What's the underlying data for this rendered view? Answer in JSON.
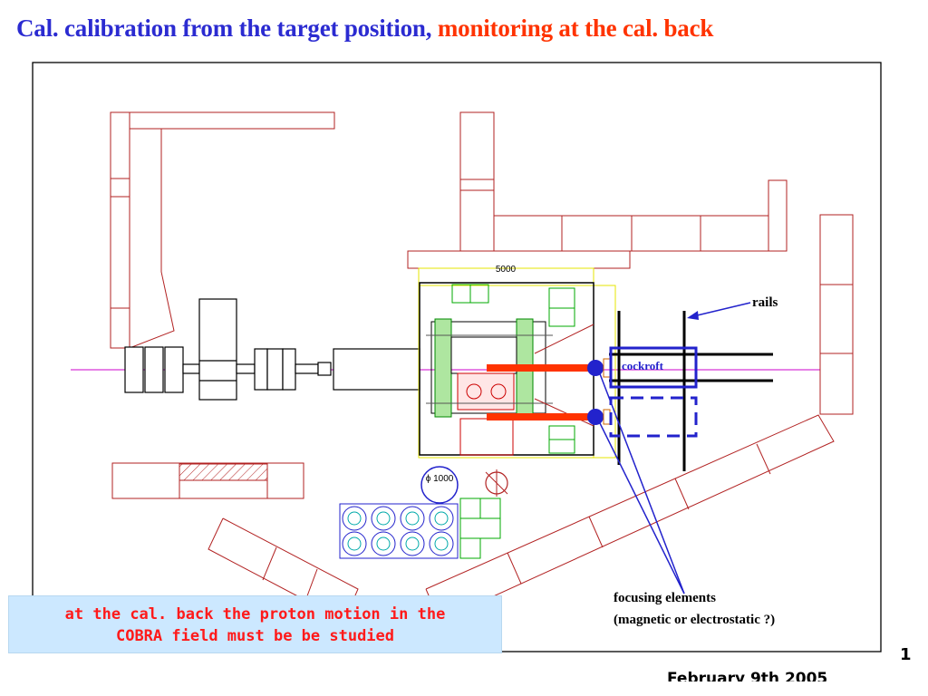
{
  "title": {
    "part1": "Cal. calibration from the target position,",
    "part2": "monitoring at the cal. back",
    "part1_color": "#2b2bd1",
    "part2_color": "#ff3300"
  },
  "diagram": {
    "dimension_label": "5000",
    "diameter_label": "ϕ 1000",
    "label_rails": "rails",
    "label_cockroft": "cockroft",
    "label_focusing_line1": "focusing elements",
    "label_focusing_line2": "(magnetic or electrostatic ?)",
    "colors": {
      "walls": "#b22222",
      "beamline": "#cc00cc",
      "magnet": "#00aa00",
      "beam": "#ff3300",
      "annotation": "#2222cc",
      "frame": "#000000"
    }
  },
  "callout": {
    "line1": "at the cal. back the proton motion in the",
    "line2": "COBRA field must be be studied"
  },
  "footer": {
    "date": "February 9th 2005",
    "page_mark": "1"
  }
}
